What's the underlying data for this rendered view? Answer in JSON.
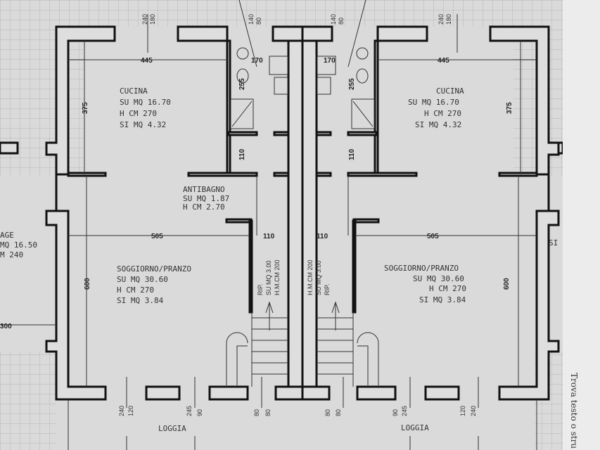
{
  "left_unit": {
    "kitchen": {
      "name": "CUCINA",
      "su": "SU MQ 16.70",
      "h": "H CM 270",
      "si": "SI MQ 4.32",
      "width": "445",
      "depth": "375"
    },
    "antibagno": {
      "name": "ANTIBAGNO",
      "su": "SU MQ 1.87",
      "h": "H CM 2.70",
      "depth": "110"
    },
    "bath": {
      "width": "170",
      "depth": "255"
    },
    "living": {
      "name": "SOGGIORNO/PRANZO",
      "su": "SU MQ 30.60",
      "h": "H CM 270",
      "si": "SI MQ 3.84",
      "width": "505",
      "depth": "600"
    },
    "storage": {
      "width": "110",
      "name": "RIP.",
      "su": "SU MQ 3.00",
      "h": "H.M.CM 200"
    },
    "top_windows": [
      [
        "240",
        "180"
      ],
      [
        "140",
        "80"
      ]
    ],
    "bottom_windows": [
      [
        "240",
        "120"
      ],
      [
        "245",
        "90"
      ],
      [
        "80",
        "80"
      ]
    ],
    "loggia": "LOGGIA"
  },
  "right_unit": {
    "kitchen": {
      "name": "CUCINA",
      "su": "SU MQ 16.70",
      "h": "H CM 270",
      "si": "SI MQ 4.32",
      "width": "445",
      "depth": "375"
    },
    "bath": {
      "width": "170",
      "depth": "255"
    },
    "antibagno": {
      "depth": "110"
    },
    "living": {
      "name": "SOGGIORNO/PRANZO",
      "su": "SU MQ 30.60",
      "h": "H CM 270",
      "si": "SI MQ 3.84",
      "width": "505",
      "depth": "600"
    },
    "storage": {
      "width": "110",
      "name": "RIP.",
      "su": "SU MQ 3.00",
      "h": "H.M.CM 200"
    },
    "top_windows": [
      [
        "140",
        "80"
      ],
      [
        "240",
        "180"
      ]
    ],
    "bottom_windows": [
      [
        "80",
        "80"
      ],
      [
        "90",
        "245"
      ],
      [
        "120",
        "240"
      ]
    ],
    "loggia": "LOGGIA"
  },
  "neighbor": {
    "line1": "AGE",
    "line2": "MQ 16.50",
    "line3": "M 240",
    "dim": "300",
    "right_si": "SI"
  },
  "side_panel_text": "Trova testo o stru"
}
